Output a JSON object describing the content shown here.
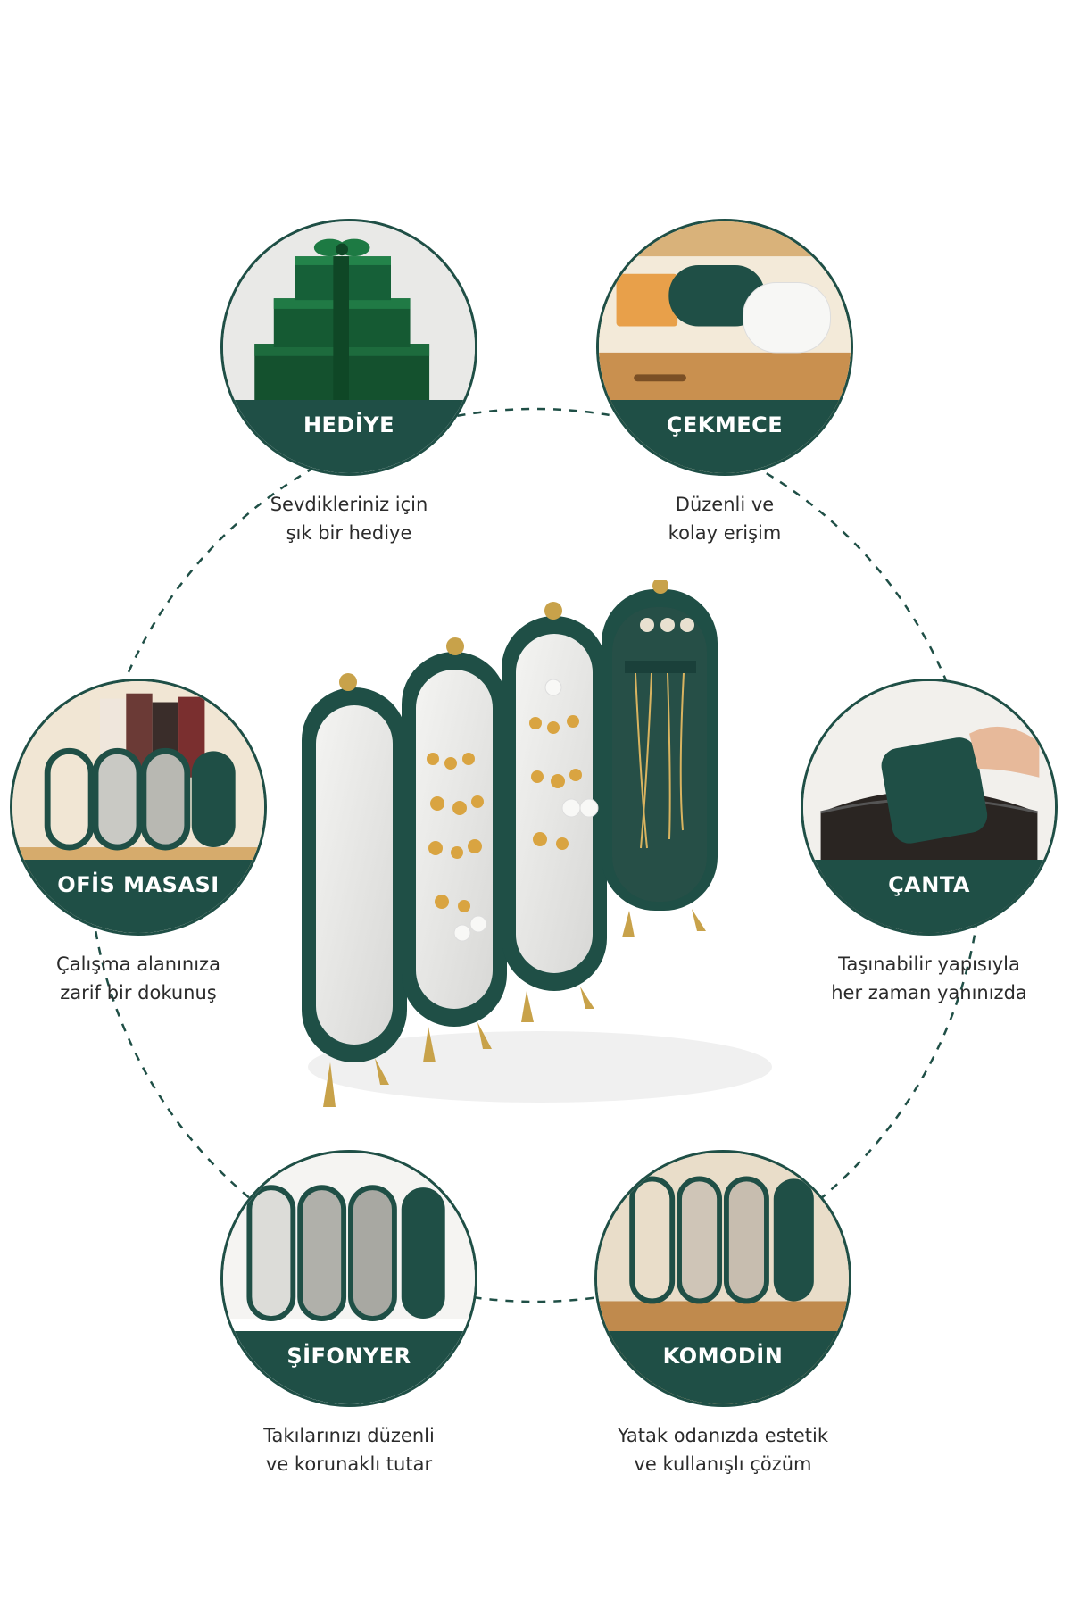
{
  "colors": {
    "brand_green": "#1f4f46",
    "caption_text": "#2b2b2b",
    "gold": "#c8a24a",
    "dash": "#1f4f46"
  },
  "features": [
    {
      "id": "hediye",
      "title": "HEDİYE",
      "caption": [
        "Sevdikleriniz için",
        "şık bir hediye"
      ],
      "icon": "gift-boxes-image"
    },
    {
      "id": "cekmece",
      "title": "ÇEKMECE",
      "caption": [
        "Düzenli ve",
        "kolay erişim"
      ],
      "icon": "drawer-image"
    },
    {
      "id": "ofis-masasi",
      "title": "OFİS MASASI",
      "caption": [
        "Çalışma alanınıza",
        "zarif bir dokunuş"
      ],
      "icon": "office-desk-image"
    },
    {
      "id": "canta",
      "title": "ÇANTA",
      "caption": [
        "Taşınabilir yapısıyla",
        "her zaman yanınızda"
      ],
      "icon": "bag-image"
    },
    {
      "id": "sifonyer",
      "title": "ŞİFONYER",
      "caption": [
        "Takılarınızı düzenli",
        "ve korunaklı tutar"
      ],
      "icon": "dresser-image"
    },
    {
      "id": "komodin",
      "title": "KOMODİN",
      "caption": [
        "Yatak odanızda estetik",
        "ve kullanışlı çözüm"
      ],
      "icon": "nightstand-image"
    }
  ],
  "product": {
    "icon": "folding-jewelry-organizer-image"
  }
}
